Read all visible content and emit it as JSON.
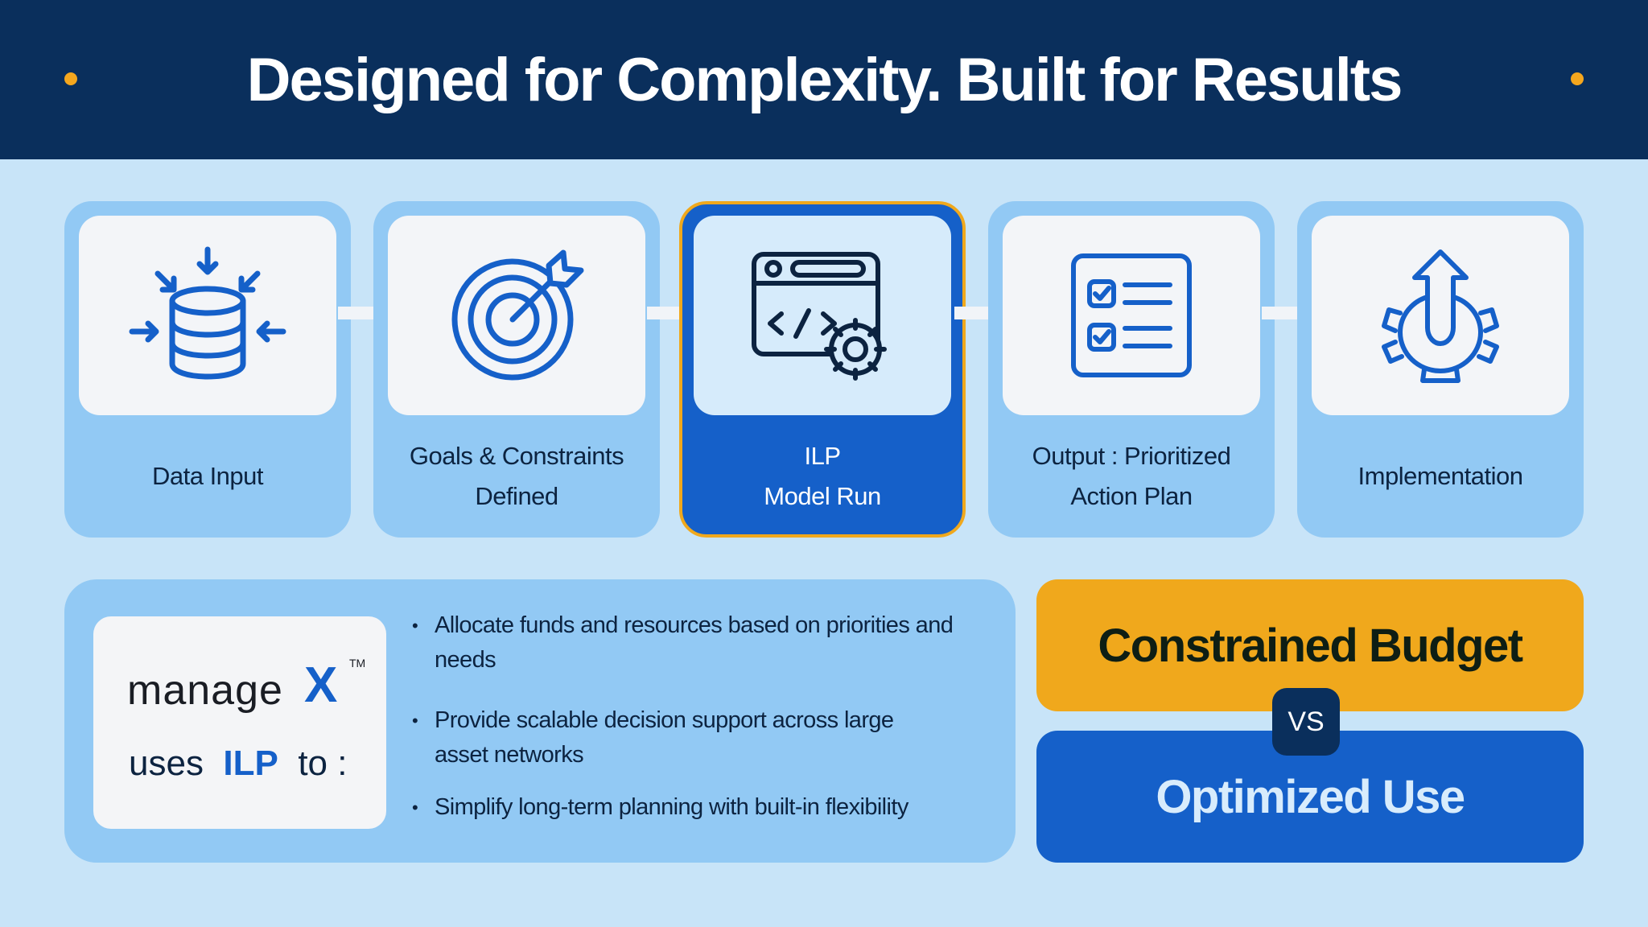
{
  "header": {
    "title": "Designed for Complexity. Built for Results"
  },
  "steps": [
    {
      "lines": [
        "Data Input"
      ],
      "icon": "database-input-icon"
    },
    {
      "lines": [
        "Goals & Constraints",
        "Defined"
      ],
      "icon": "target-icon"
    },
    {
      "lines": [
        "ILP",
        "Model Run"
      ],
      "icon": "code-window-gear-icon"
    },
    {
      "lines": [
        "Output : Prioritized",
        "Action Plan"
      ],
      "icon": "checklist-icon"
    },
    {
      "lines": [
        "Implementation"
      ],
      "icon": "gear-arrow-up-icon"
    }
  ],
  "logo": {
    "word": "manage",
    "mark": "X",
    "tm": "TM",
    "uses_prefix": "uses",
    "uses_highlight": "ILP",
    "uses_suffix": "to :"
  },
  "bullets": [
    "Allocate funds and resources based on priorities and needs",
    "Provide scalable decision support across large asset networks",
    "Simplify long-term planning with built-in flexibility"
  ],
  "comparison": {
    "top": "Constrained Budget",
    "vs": "VS",
    "bottom": "Optimized Use"
  },
  "colors": {
    "header_bg": "#0a2f5c",
    "page_bg": "#c8e4f8",
    "card_bg": "#92c9f4",
    "accent_blue": "#1560c9",
    "accent_orange": "#f0a81c"
  }
}
